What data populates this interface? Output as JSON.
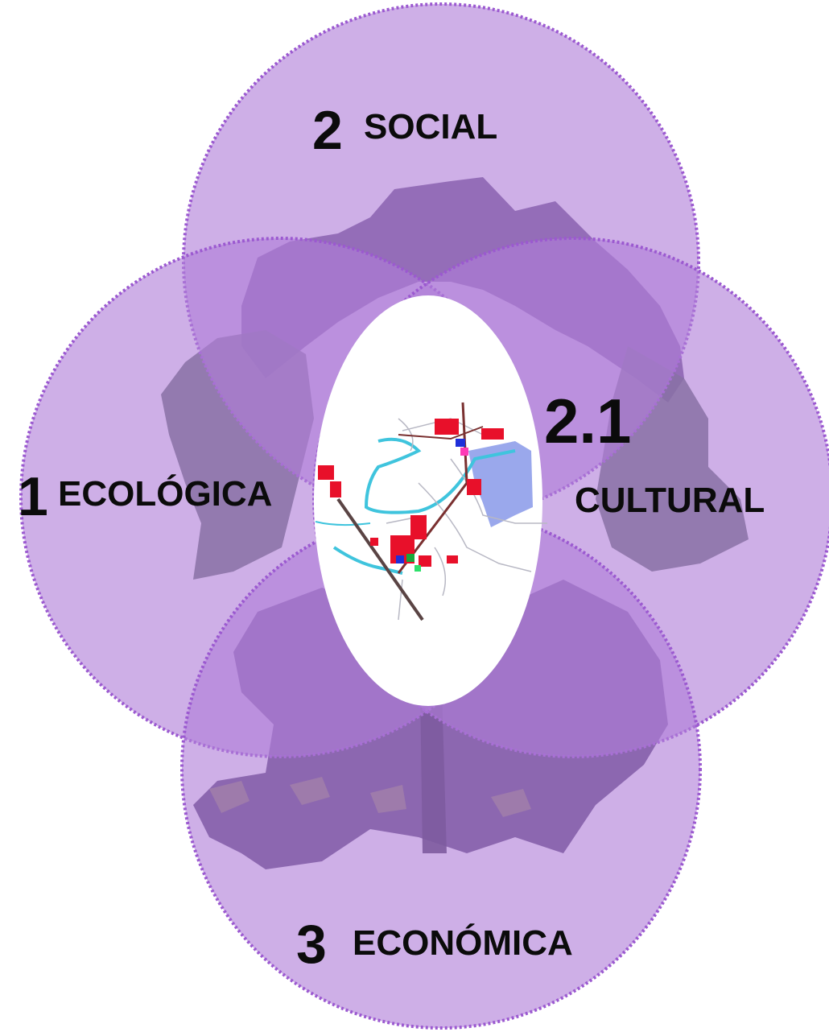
{
  "diagram": {
    "circles": [
      {
        "id": "social",
        "number": "2",
        "label": "SOCIAL"
      },
      {
        "id": "ecologica",
        "number": "1",
        "label": "ECOLÓGICA"
      },
      {
        "id": "cultural",
        "number": "2.1",
        "label": "CULTURAL"
      },
      {
        "id": "economica",
        "number": "3",
        "label": "ECONÓMICA"
      }
    ],
    "colors": {
      "circle_fill": "#b07ed8",
      "circle_border": "#9b59d0",
      "leaf_tint": "#5b3d80",
      "center_fill": "#ffffff",
      "map_urban": "#e8102a",
      "map_water": "#3fc4dd",
      "map_lake": "#9aa8ec",
      "map_road": "#5a4444"
    },
    "center_image": "map-of-town-in-ellipse"
  }
}
